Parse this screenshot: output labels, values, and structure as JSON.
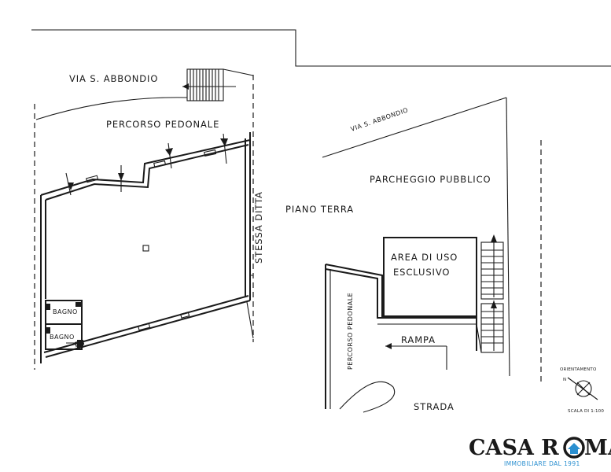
{
  "left_plan": {
    "street_label": "VIA S. ABBONDIO",
    "walkway_label": "PERCORSO PEDONALE",
    "side_label": "STESSA DITTA",
    "bath_label_1": "BAGNO",
    "bath_label_2": "BAGNO"
  },
  "right_plan": {
    "street_label": "VIA S. ABBONDIO",
    "parking_label": "PARCHEGGIO PUBBLICO",
    "floor_label": "PIANO TERRA",
    "exclusive_area_line1": "AREA DI USO",
    "exclusive_area_line2": "ESCLUSIVO",
    "walkway_label": "PERCORSO PEDONALE",
    "ramp_label": "RAMPA",
    "road_label": "STRADA"
  },
  "legend": {
    "orientation_label": "ORIENTAMENTO",
    "north_label": "N",
    "scale_label": "SCALA DI 1:100"
  },
  "logo": {
    "brand_text_1": "CASA R",
    "brand_text_2": "MA",
    "tagline": "IMMOBILIARE DAL 1991",
    "accent_color": "#2a8fd0"
  }
}
